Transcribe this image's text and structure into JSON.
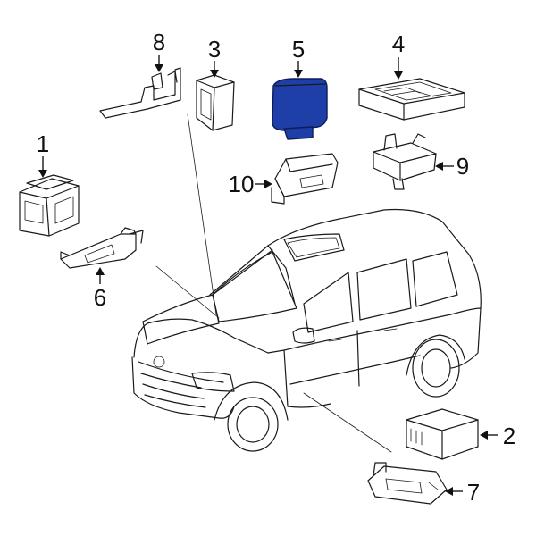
{
  "diagram": {
    "highlight_color": "#1f3fa8",
    "highlighted_part": "5",
    "callouts": {
      "c1": "1",
      "c2": "2",
      "c3": "3",
      "c4": "4",
      "c5": "5",
      "c6": "6",
      "c7": "7",
      "c8": "8",
      "c9": "9",
      "c10": "10"
    }
  }
}
